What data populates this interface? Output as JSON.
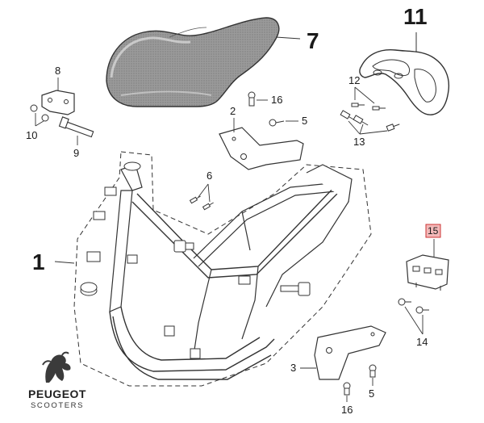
{
  "brand": {
    "name": "PEUGEOT",
    "sub": "SCOOTERS",
    "logo_icon": "peugeot-lion-icon"
  },
  "callouts": {
    "p1": "1",
    "p2": "2",
    "p3": "3",
    "p5a": "5",
    "p5b": "5",
    "p6": "6",
    "p7": "7",
    "p8": "8",
    "p9": "9",
    "p10": "10",
    "p11": "11",
    "p12": "12",
    "p13": "13",
    "p14": "14",
    "p15": "15",
    "p16a": "16",
    "p16b": "16"
  },
  "colors": {
    "line": "#333333",
    "seat_fill": "#8a8a8a",
    "seat_light": "#d9d9d9",
    "highlight_box": "#f2b8b8",
    "highlight_border": "#cc3333"
  }
}
